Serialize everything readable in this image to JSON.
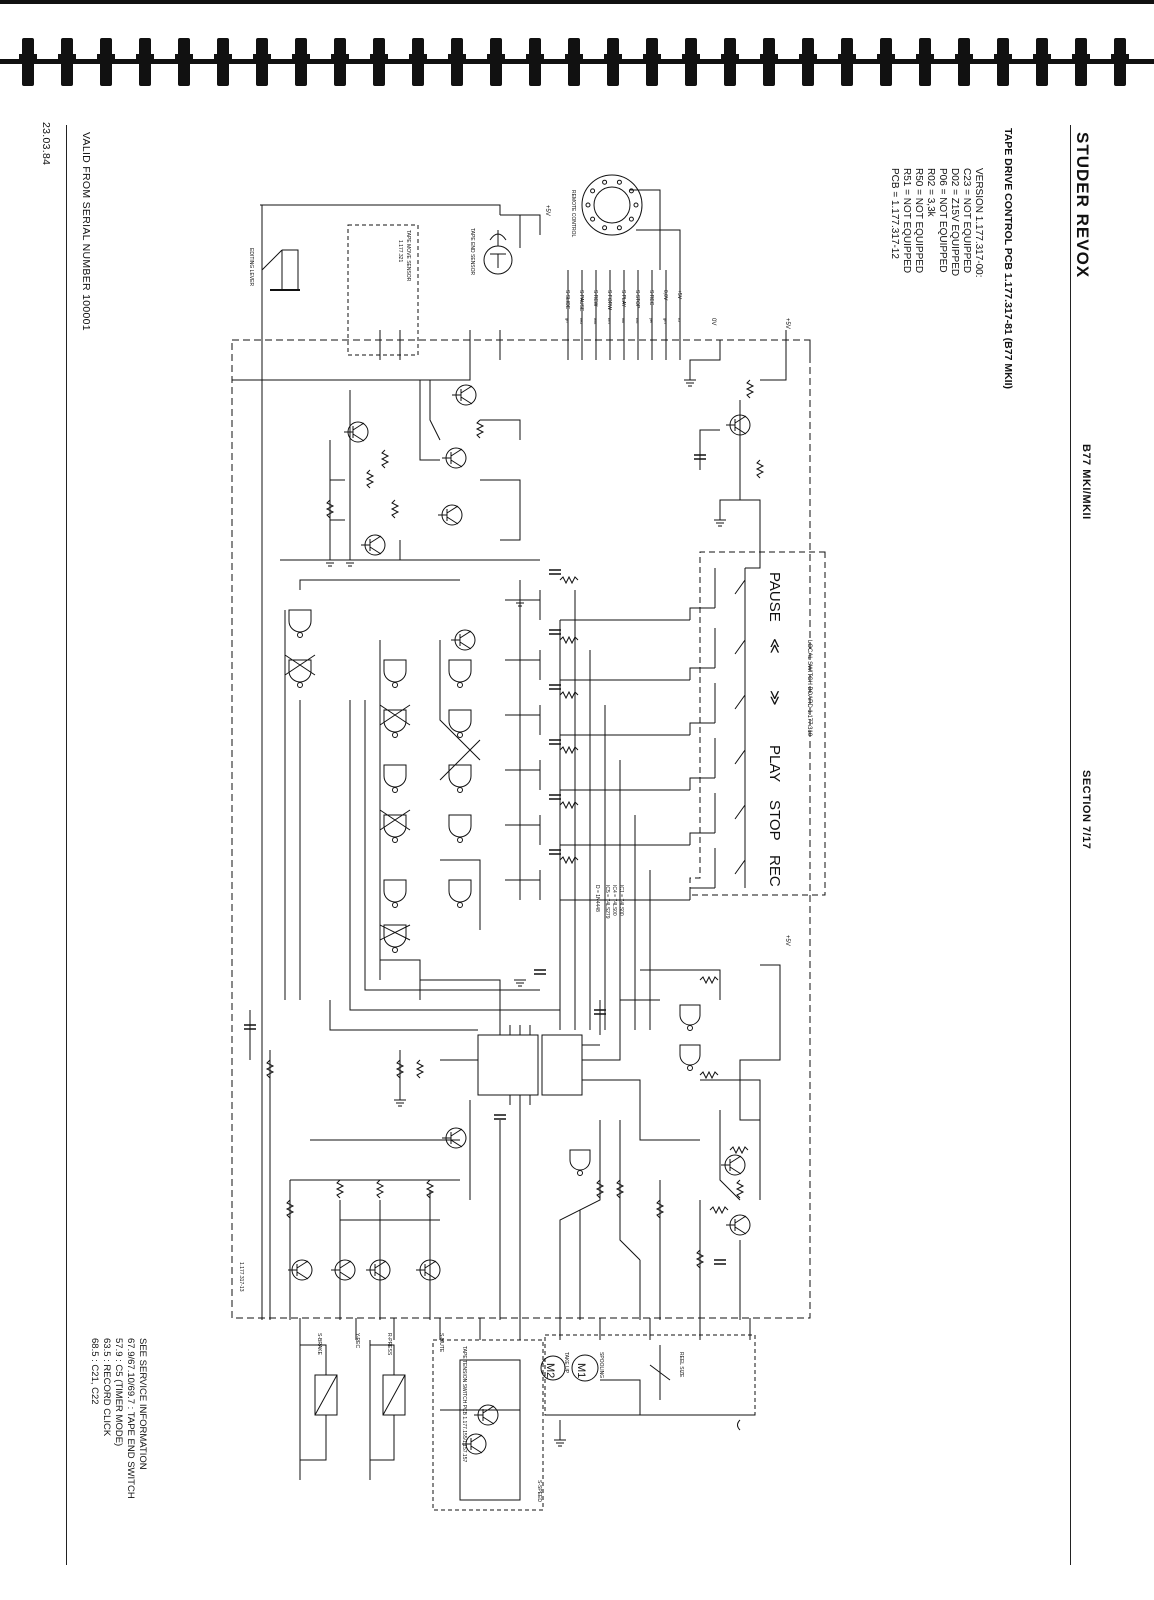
{
  "header": {
    "brand": "STUDER REVOX",
    "model": "B77 MKI/MKII",
    "section": "SECTION 7/17"
  },
  "title": "TAPE DRIVE CONTROL PCB   1.177.317-81 (B77 MKII)",
  "version_notes": [
    "VERSION 1.177.317-00:",
    "C23  =  NOT EQUIPPED",
    "D02  =  Z15V EQUIPPED",
    "P06  =  NOT EQUIPPED",
    "R02  =  3,3k",
    "R50  =  NOT EQUIPPED",
    "R51  =  NOT EQUIPPED",
    "PCB  =  1.177.317-12"
  ],
  "footer": {
    "valid": "VALID FROM SERIAL NUMBER 100001",
    "date": "23.03.84"
  },
  "service_info": [
    "SEE SERVICE INFORMATION",
    "67.9/67.10/69.7 :  TAPE END SWITCH",
    "57.9 : C5 (TIMER MODE)",
    "63.5 : RECORD CLICK",
    "68.5 : C21, C22"
  ],
  "switch_panel": {
    "title": "LOCAL SWITCH BOARD 1.177.310",
    "switches": [
      "PAUSE",
      "≪",
      "≫",
      "PLAY",
      "STOP",
      "REC"
    ]
  },
  "blocks": {
    "tape_move_sensor": "TAPE MOVE SENSOR",
    "tape_move_sensor_part": "1.177.321",
    "tape_end_sensor": "TAPE END SENSOR",
    "remote_control": "REMOTE CONTROL",
    "editing_lever": "EDITING LEVER",
    "tape_tension": "TAPE TENSION SWITCH PCB 1.177.155/1.157.157",
    "reel_size": "REEL SIZE",
    "pcb_ref": "1.177.317-13",
    "ic_labels": [
      "IC1 = 74LS00",
      "IC4 = 74LS00",
      "IC5 = 74LS279",
      "D = 1N4448"
    ]
  },
  "remote_lines": [
    "S SLIDE",
    "S PAUSE",
    "S REW",
    "S FORW",
    "S PLAY",
    "S STOP",
    "S REC",
    "0,0V",
    "+5V"
  ],
  "wire_colors": [
    "gn",
    "red",
    "wht",
    "brn",
    "vio",
    "blu",
    "yel",
    "grn",
    "rd"
  ],
  "supply": {
    "plus5v": "+5V",
    "plus24v": "+24V",
    "zero_v": "0V"
  },
  "motors": {
    "m1": "M1",
    "m2": "M2",
    "m1_label": "SPOOLING",
    "m2_label": "TAKE UP"
  },
  "right_outputs": [
    "S-BRAKE",
    "Y-REC",
    "R-PRESS",
    "S-MUTE",
    "S-SPEED"
  ],
  "colors": {
    "ink": "#111111",
    "paper": "#ffffff"
  }
}
